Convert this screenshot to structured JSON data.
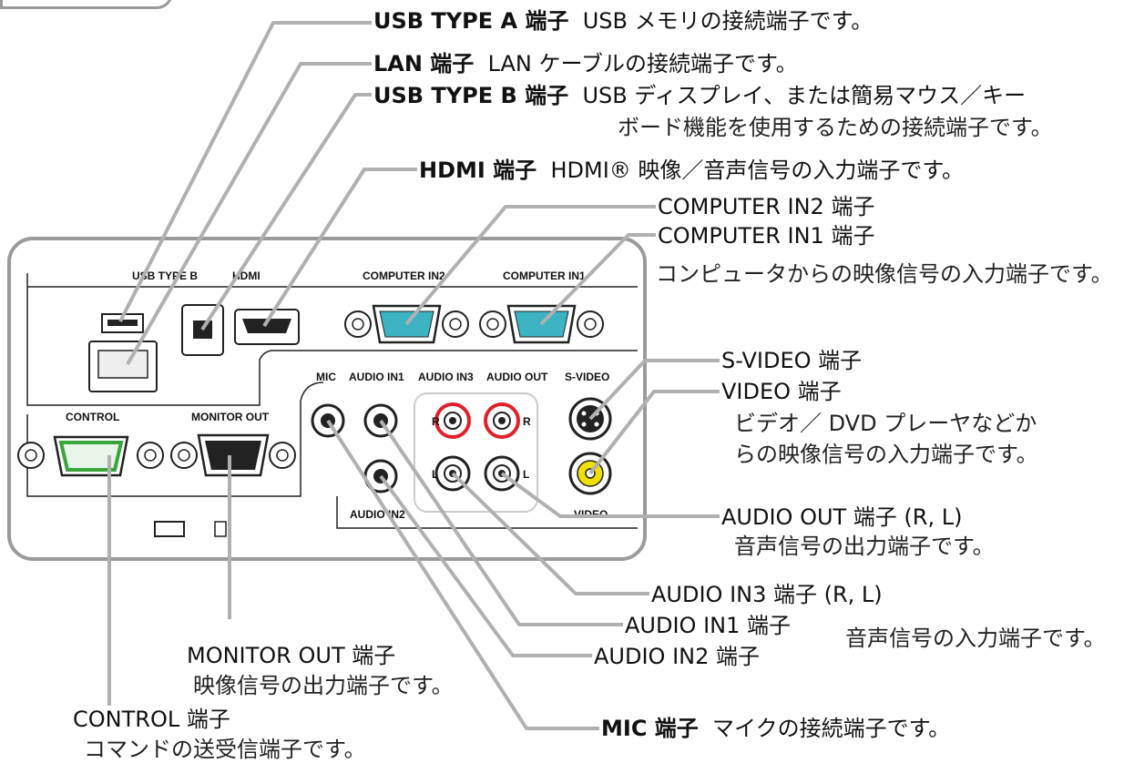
{
  "callouts": {
    "usb_a": {
      "name": "USB TYPE A 端子",
      "desc": "USB メモリの接続端子です。"
    },
    "lan": {
      "name": "LAN 端子",
      "desc": "LAN ケーブルの接続端子です。"
    },
    "usb_b": {
      "name": "USB TYPE B 端子",
      "desc_line1": "USB ディスプレイ、または簡易マウス／キー",
      "desc_line2": "ボード機能を使用するための接続端子です。"
    },
    "hdmi": {
      "name": "HDMI 端子",
      "desc": "HDMI® 映像／音声信号の入力端子です。"
    },
    "comp_in2": {
      "name": "COMPUTER IN2 端子"
    },
    "comp_in1": {
      "name": "COMPUTER IN1 端子",
      "desc": "コンピュータからの映像信号の入力端子です。"
    },
    "svideo": {
      "name": "S-VIDEO 端子"
    },
    "video": {
      "name": "VIDEO 端子",
      "desc_line1": "ビデオ／ DVD プレーヤなどか",
      "desc_line2": "らの映像信号の入力端子です。"
    },
    "audio_out": {
      "name": "AUDIO OUT 端子 (R, L)",
      "desc": "音声信号の出力端子です。"
    },
    "audio_in3": {
      "name": "AUDIO IN3 端子 (R, L)"
    },
    "audio_in1": {
      "name": "AUDIO IN1 端子",
      "desc": "音声信号の入力端子です。"
    },
    "audio_in2": {
      "name": "AUDIO IN2 端子"
    },
    "monitor_out": {
      "name": "MONITOR OUT 端子",
      "desc": "映像信号の出力端子です。"
    },
    "mic": {
      "name": "MIC 端子",
      "desc": "マイクの接続端子です。"
    },
    "control": {
      "name": "CONTROL 端子",
      "desc": "コマンドの送受信端子です。"
    }
  },
  "panel_labels": {
    "usb_type_b": "USB TYPE B",
    "hdmi": "HDMI",
    "computer_in2": "COMPUTER IN2",
    "computer_in1": "COMPUTER IN1",
    "mic": "MIC",
    "audio_in1": "AUDIO IN1",
    "audio_in3": "AUDIO IN3",
    "audio_out": "AUDIO OUT",
    "svideo": "S-VIDEO",
    "control": "CONTROL",
    "monitor_out": "MONITOR OUT",
    "audio_in2": "AUDIO IN2",
    "video": "VIDEO",
    "r1": "R",
    "r2": "R",
    "l1": "L",
    "l2": "L"
  },
  "colors": {
    "leader_line": "#b0b0b0",
    "panel_border": "#9a9a9a",
    "vga_teal": "#3bb3c3",
    "control_green": "#3aa63a",
    "rca_red": "#e0202a",
    "rca_yellow": "#f0e000"
  }
}
